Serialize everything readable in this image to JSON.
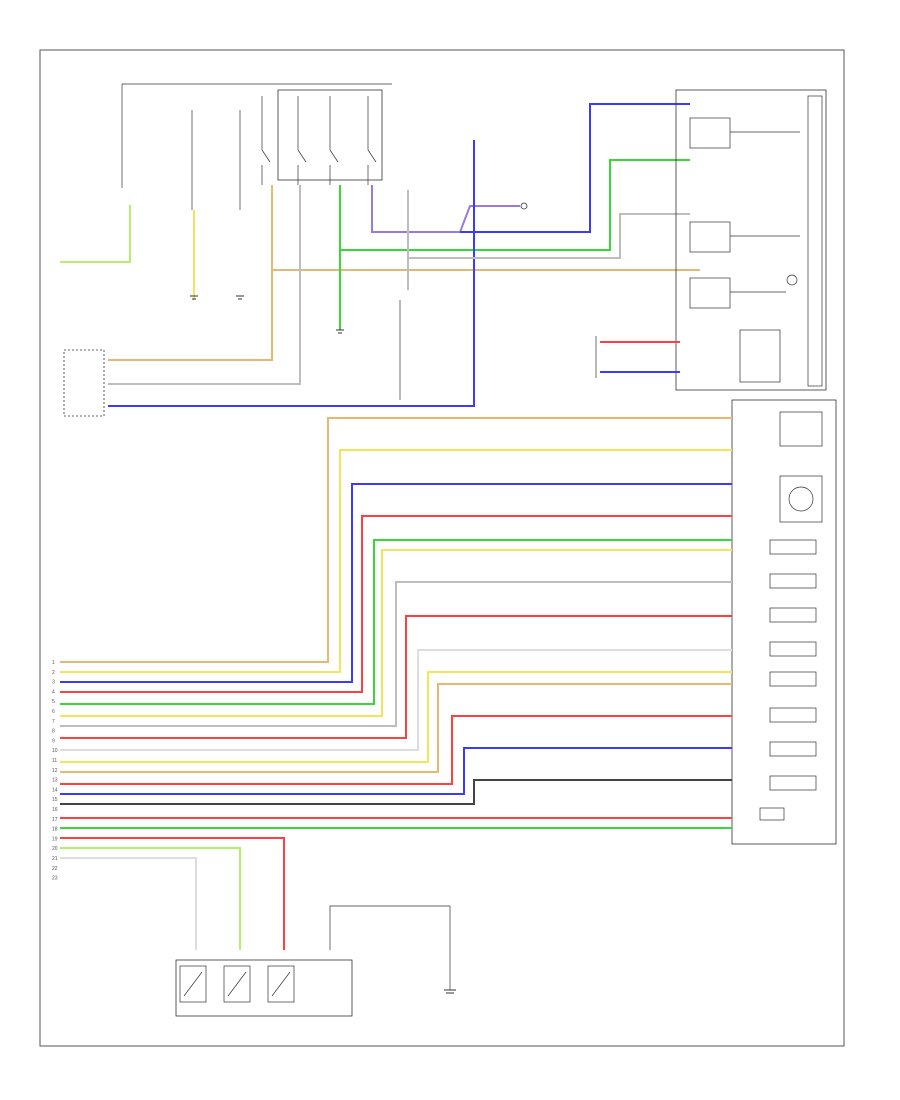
{
  "diagram": {
    "footer_code": "",
    "wire_colors": {
      "YEL": "#f2e55c",
      "ORN": "#e7b871",
      "BLU": "#3b3bff",
      "RED": "#ff4040",
      "GRN": "#39d839",
      "GRY": "#bdbdbd",
      "BLK": "#444444",
      "LTGRN": "#b3f06b",
      "VIO": "#9a7adf"
    },
    "left_connector_pins": [
      "1",
      "2",
      "3",
      "4",
      "5",
      "6",
      "7",
      "8",
      "9",
      "10",
      "11",
      "12",
      "13",
      "14",
      "15",
      "16",
      "17",
      "18",
      "19",
      "20",
      "21",
      "22",
      "23"
    ]
  }
}
